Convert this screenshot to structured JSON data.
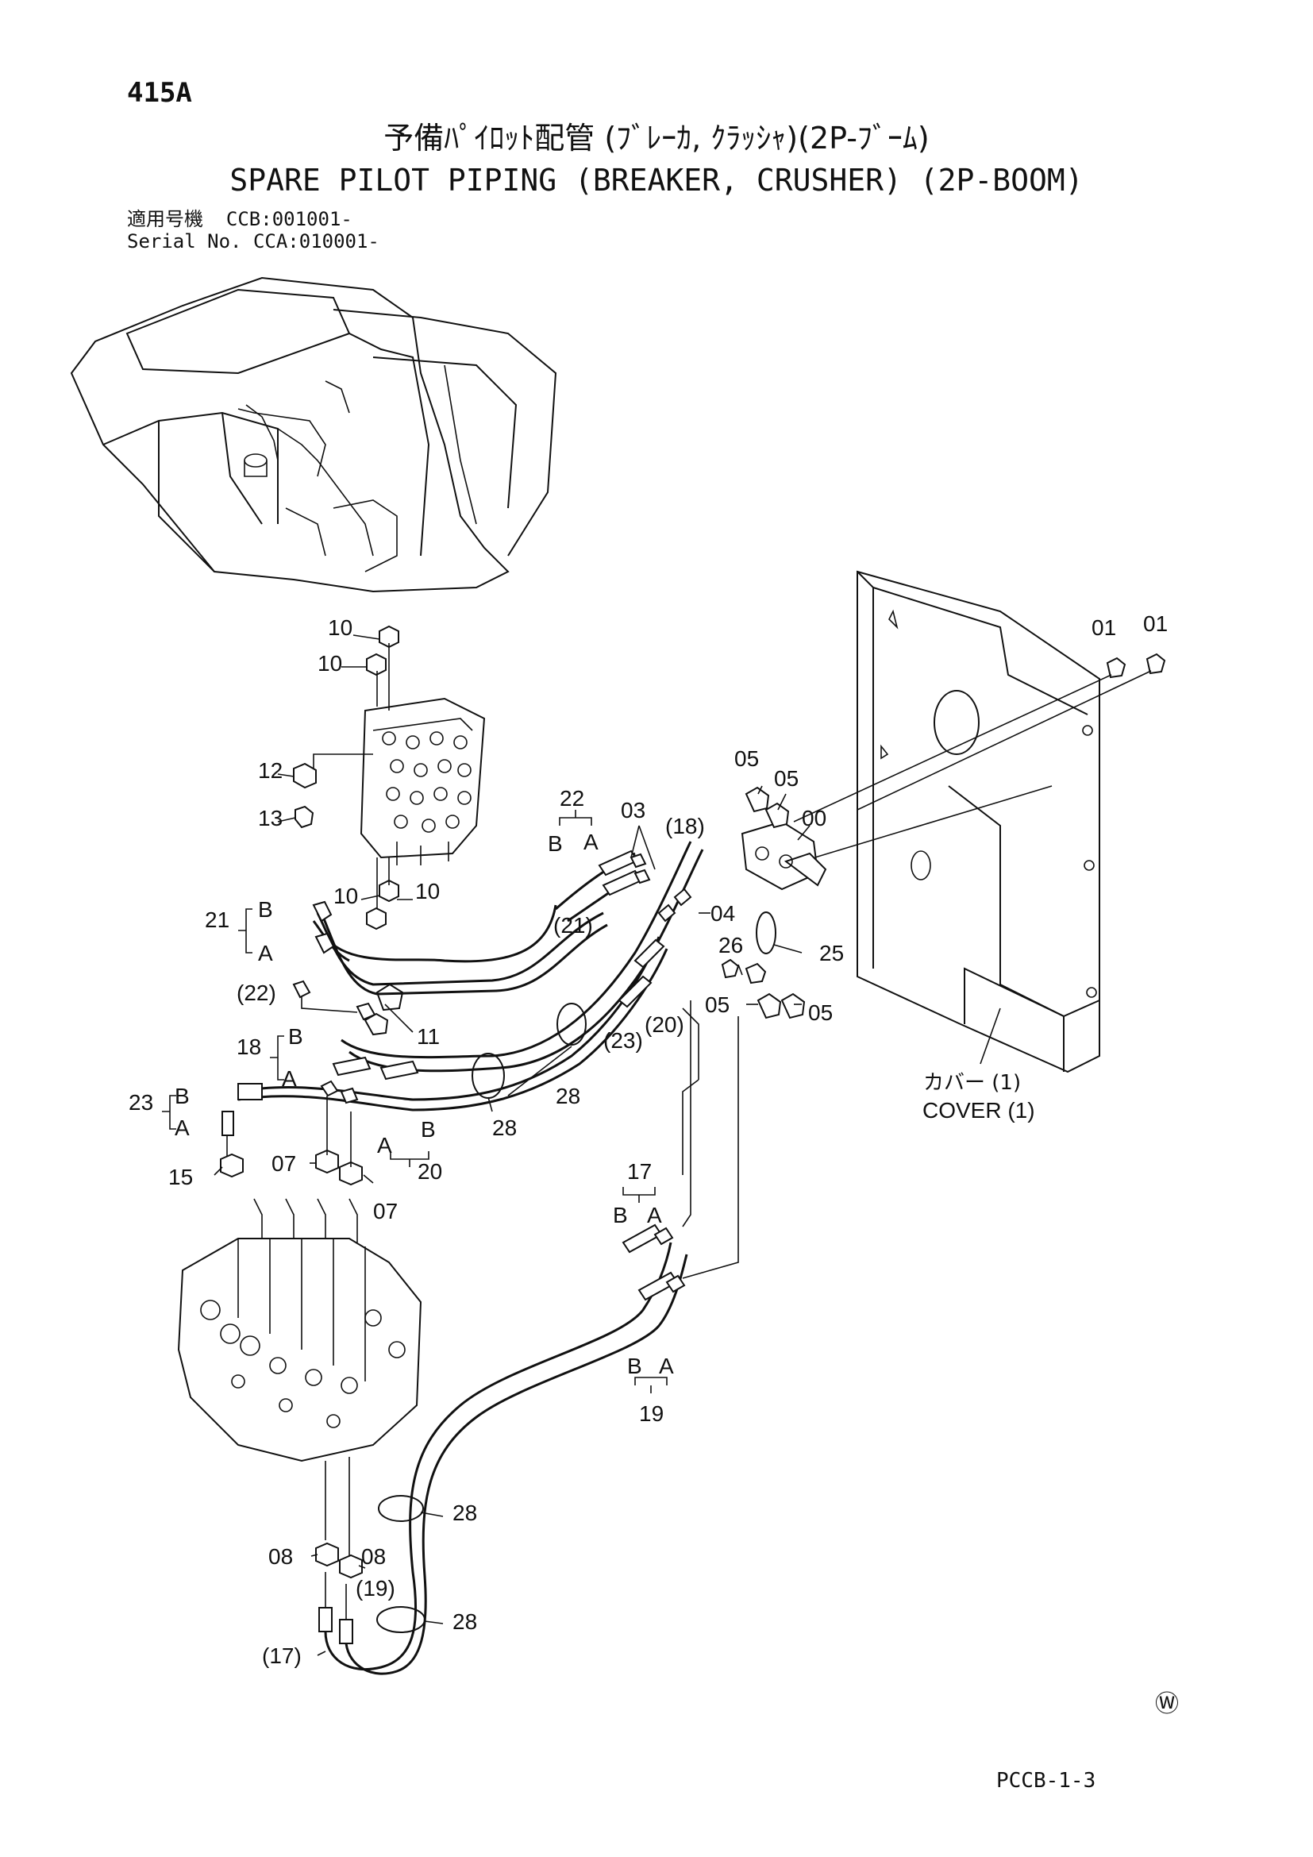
{
  "header": {
    "page_id": "415A",
    "title_jp": "予備ﾊﾟｲﾛｯﾄ配管 (ﾌﾞﾚｰｶ, ｸﾗｯｼｬ)(2P-ﾌﾞｰﾑ)",
    "title_en": "SPARE PILOT PIPING (BREAKER, CRUSHER) (2P-BOOM)",
    "serial_line1": "適用号機  CCB:001001-",
    "serial_line2": "Serial No. CCA:010001-"
  },
  "callouts": {
    "p00": "00",
    "p01a": "01",
    "p01b": "01",
    "p03": "03",
    "p04": "04",
    "p05a": "05",
    "p05b": "05",
    "p05c": "05",
    "p05d": "05",
    "p07a": "07",
    "p07b": "07",
    "p08a": "08",
    "p08b": "08",
    "p10a": "10",
    "p10b": "10",
    "p10c": "10",
    "p10d": "10",
    "p11": "11",
    "p12": "12",
    "p13": "13",
    "p15": "15",
    "p17": "17",
    "p17r": "(17)",
    "p18": "18",
    "p18r": "(18)",
    "p19": "19",
    "p19r": "(19)",
    "p20": "20",
    "p20r": "(20)",
    "p21": "21",
    "p21r": "(21)",
    "p22": "22",
    "p22r": "(22)",
    "p23": "23",
    "p23r": "(23)",
    "p25": "25",
    "p26": "26",
    "p28a": "28",
    "p28b": "28",
    "p28c": "28",
    "p28d": "28",
    "cover_jp": "カバー (1)",
    "cover_en": "COVER (1)",
    "A": "A",
    "B": "B"
  },
  "footer": {
    "mark": "Ⓦ",
    "code": "PCCB-1-3"
  }
}
